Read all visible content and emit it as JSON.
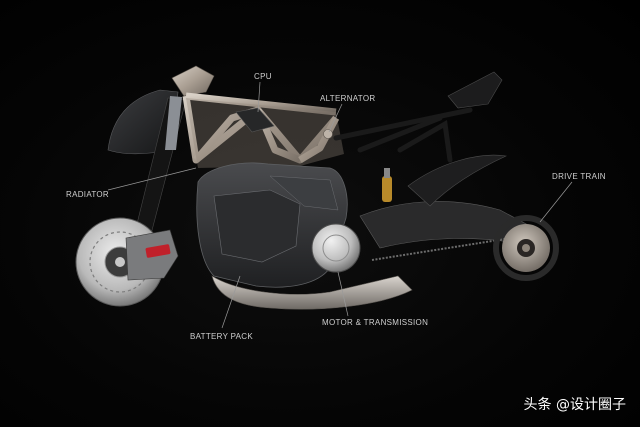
{
  "labels": {
    "cpu": "CPU",
    "alternator": "ALTERNATOR",
    "radiator": "RADIATOR",
    "drive_train": "DRIVE TRAIN",
    "battery_pack": "BATTERY PACK",
    "motor_transmission": "MOTOR & TRANSMISSION"
  },
  "watermark": "头条 @设计圈子",
  "colors": {
    "background": "#000000",
    "label_text": "#cfcfcf",
    "leader_line": "#9a9a9a",
    "frame_metal": "#b9aea3",
    "body_panel": "#3a3b3d",
    "brake_caliper_accent": "#c0202a"
  }
}
